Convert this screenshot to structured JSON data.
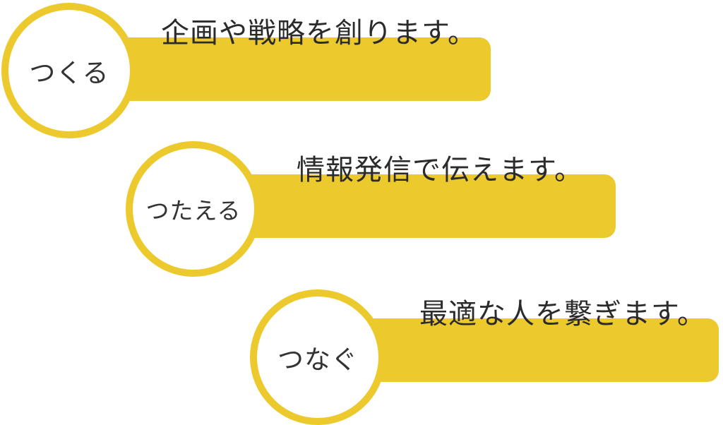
{
  "accent_color": "#ECC92C",
  "items": [
    {
      "label": "つくる",
      "text": "企画や戦略を創ります。"
    },
    {
      "label": "つたえる",
      "text": "情報発信で伝えます。"
    },
    {
      "label": "つなぐ",
      "text": "最適な人を繋ぎます。"
    }
  ]
}
